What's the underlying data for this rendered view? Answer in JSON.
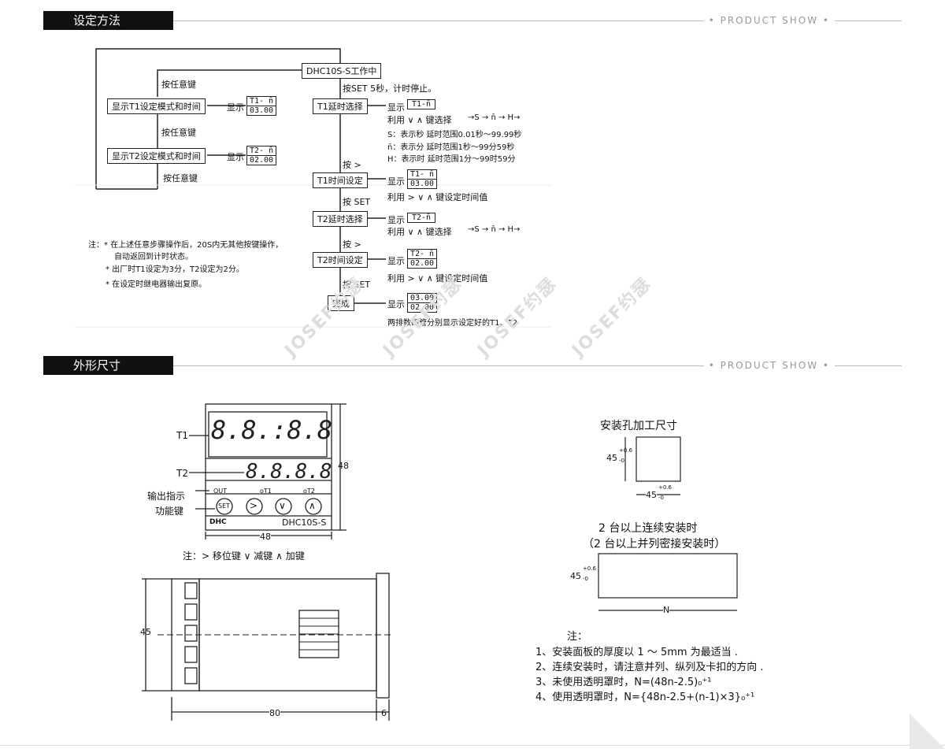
{
  "sections": {
    "setting": "设定方法",
    "dimensions": "外形尺寸",
    "product_show": "• PRODUCT SHOW •"
  },
  "flow": {
    "working": "DHC10S-S工作中",
    "any_key": "按任意键",
    "show_t1_mode": "显示T1设定模式和时间",
    "show_t2_mode": "显示T2设定模式和时间",
    "display": "显示",
    "press_set_5s": "按SET 5秒，计时停止。",
    "t1_select": "T1延时选择",
    "t1_sel_disp": "T1-n̄",
    "use_select": "利用 ∨ ∧ 键选择",
    "cycle": "→S → n̄ → H→",
    "s_desc": "S：表示秒   延时范围0.01秒～99.99秒",
    "n_desc": "n̄：表示分   延时范围1秒～99分59秒",
    "h_desc": "H：表示时   延时范围1分～99时59分",
    "press_right": "按 >",
    "press_set": "按 SET",
    "t1_time_set": "T1时间设定",
    "t1_top": "T1- n̄",
    "t1_val": "03.00",
    "t2_top": "T2- n̄",
    "t2_val": "02.00",
    "use_set_value": "利用 > ∨ ∧ 键设定时间值",
    "t2_select": "T2延时选择",
    "t2_sel_disp": "T2-n̄",
    "t2_time_set": "T2时间设定",
    "done": "完成",
    "done_top": "03.00",
    "done_bottom": "02.00",
    "done_note": "两排数码管分别显示设定好的T1、T2"
  },
  "notes": {
    "n1a": "注：* 在上述任意步骤操作后，20S内无其他按键操作，",
    "n1b": "自动返回到计时状态。",
    "n2": "* 出厂时T1设定为3分，T2设定为2分。",
    "n3": "* 在设定时继电器输出复原。"
  },
  "watermark": "JOSEF约瑟",
  "panel": {
    "t1": "T1",
    "t2": "T2",
    "out_indicator": "输出指示",
    "function_keys": "功能键",
    "out": "OUT",
    "ot1": "oT1",
    "ot2": "oT2",
    "set": "SET",
    "brand": "DHC",
    "model": "DHC10S-S",
    "digits1": "8.8.:8.8",
    "digits2": "8.8.8.8",
    "height": "48",
    "width": "48",
    "legend": "注：> 移位键   ∨ 减键   ∧ 加键"
  },
  "side": {
    "height": "45",
    "depth": "80",
    "flange": "6"
  },
  "mount": {
    "title": "安装孔加工尺寸",
    "dim": "45",
    "tol_plus": "+0.6",
    "tol_minus": "-0",
    "multi_title": "2 台以上连续安装时",
    "multi_sub": "（2 台以上并列密接安装时）",
    "n": "N",
    "note_head": "注：",
    "notes": [
      "1、安装面板的厚度以 1 ～ 5mm 为最适当 .",
      "2、连续安装时，请注意并列、纵列及卡扣的方向 .",
      "3、未使用透明罩时，N=(48n-2.5)₀⁺¹",
      "4、使用透明罩时，N={48n-2.5+(n-1)×3}₀⁺¹"
    ]
  }
}
